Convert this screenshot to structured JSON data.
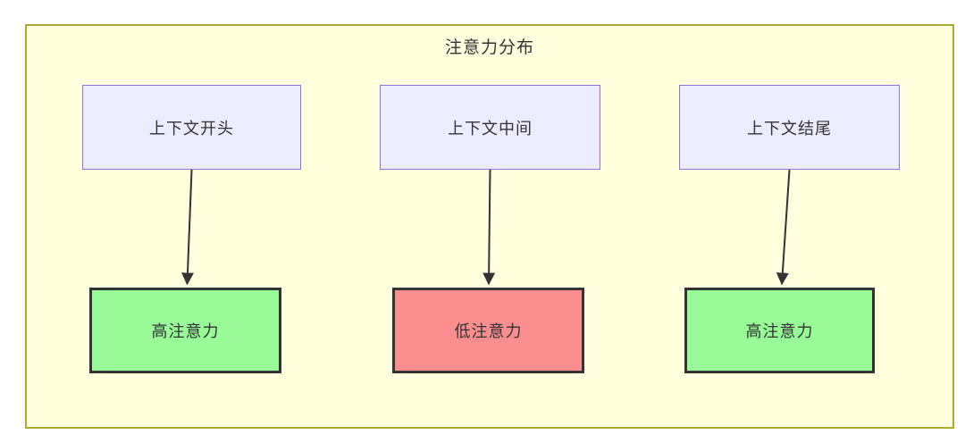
{
  "diagram": {
    "title": "注意力分布",
    "columns": [
      {
        "source": "上下文开头",
        "result": "高注意力",
        "level": "high"
      },
      {
        "source": "上下文中间",
        "result": "低注意力",
        "level": "low"
      },
      {
        "source": "上下文结尾",
        "result": "高注意力",
        "level": "high"
      }
    ],
    "colors": {
      "cluster_background": "#ffffde",
      "cluster_border": "#aaaa33",
      "source_node_background": "#ececff",
      "source_node_border": "#9370db",
      "high_attention_fill": "#98fb98",
      "low_attention_fill": "#fa8e8e",
      "result_node_border": "#333333",
      "edge_color": "#333333",
      "text_color": "#333333"
    }
  }
}
